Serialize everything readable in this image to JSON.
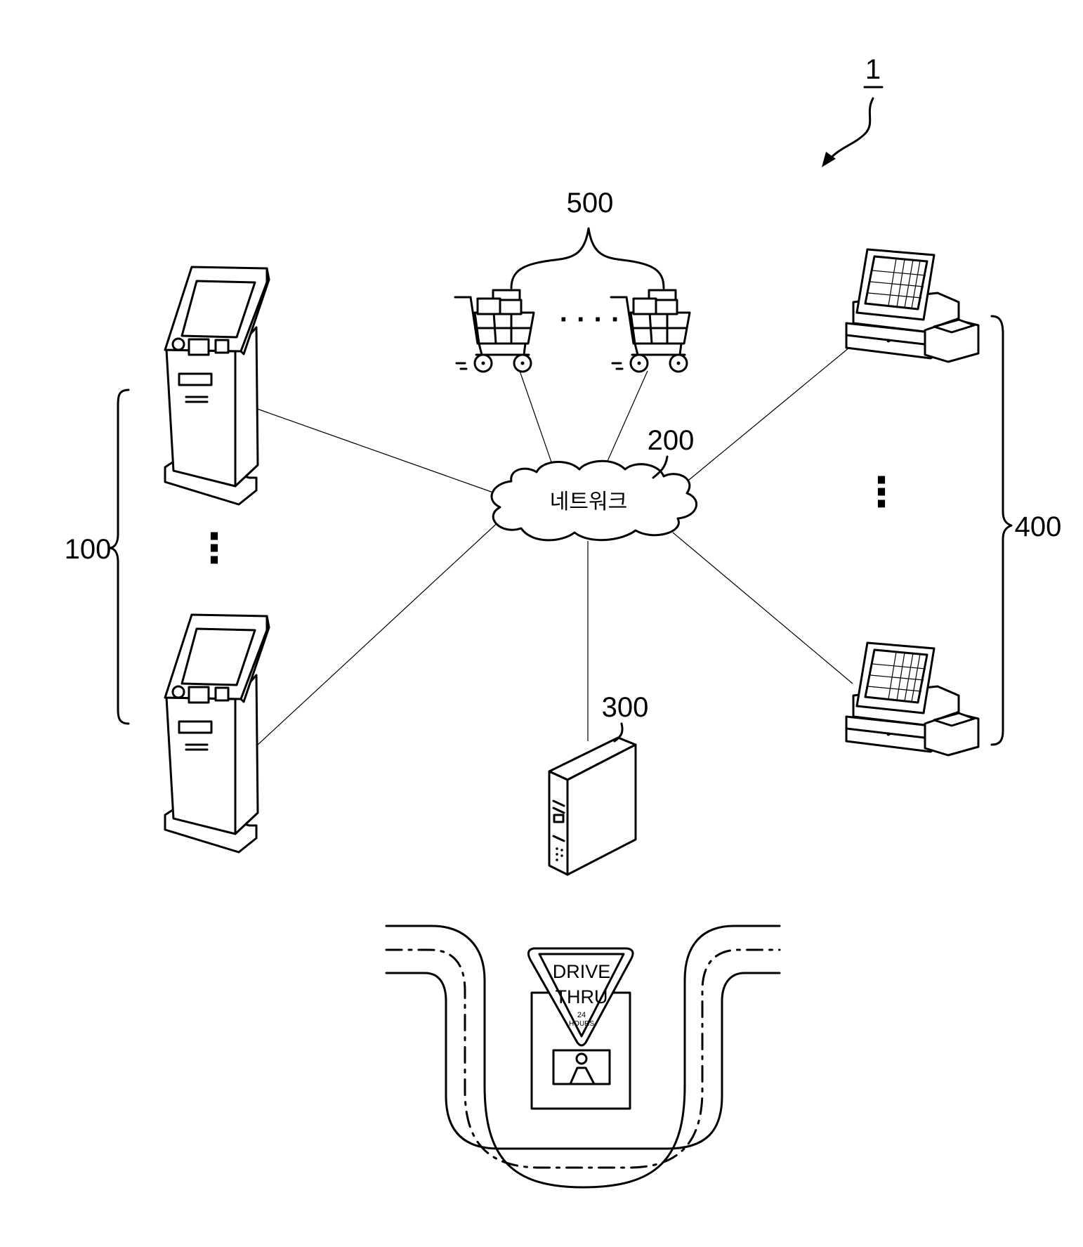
{
  "figure": {
    "system_ref": "1",
    "network": {
      "ref": "200",
      "label": "네트워크"
    },
    "kiosks": {
      "ref": "100",
      "ellipsis": "⋮"
    },
    "carts": {
      "ref": "500",
      "ellipsis": "· · · ·"
    },
    "pos_terminals": {
      "ref": "400",
      "ellipsis": "⋮"
    },
    "server": {
      "ref": "300"
    },
    "drive_thru": {
      "sign_line1": "DRIVE",
      "sign_line2": "THRU",
      "sign_hours_num": "24",
      "sign_hours_text": "HOURS"
    }
  }
}
